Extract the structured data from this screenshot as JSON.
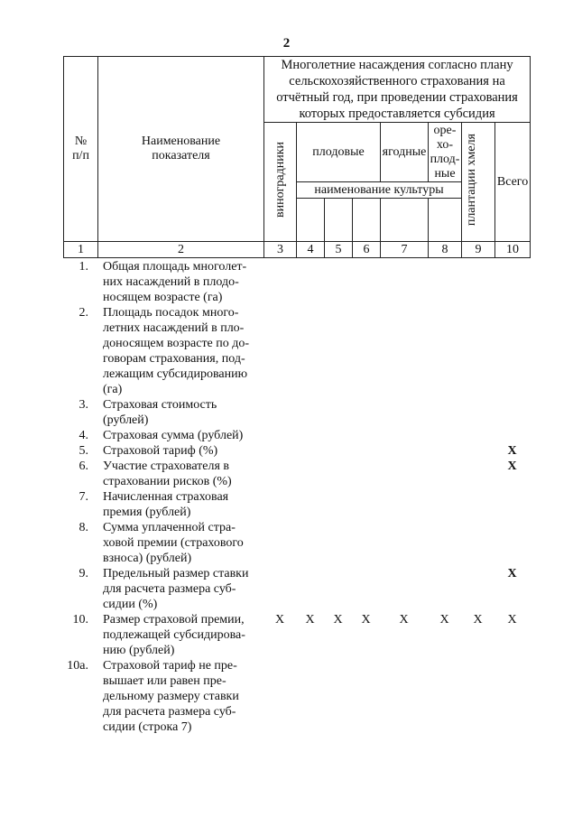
{
  "page_number": "2",
  "header": {
    "col_no": "№ п/п",
    "col_name": "Наименование показателя",
    "group_title": "Многолетние насаждения согласно плану сельскохозяйственного страхования на отчётный год, при проведении страхования которых предоставляется субсидия",
    "vineyards": "виноградники",
    "fruit": "плодовые",
    "berry": "ягодные",
    "nut": "оре-\nхо-\nплод-\nные",
    "hops": "плантации хмеля",
    "total": "Всего",
    "crop_name": "наименование культуры",
    "numbers": [
      "1",
      "2",
      "3",
      "4",
      "5",
      "6",
      "7",
      "8",
      "9",
      "10"
    ]
  },
  "rows": [
    {
      "num": "1.",
      "name": "Общая площадь многолет-\nних насаждений в плодо-\nносящем возрасте (га)",
      "marks": [
        "",
        "",
        "",
        "",
        "",
        "",
        "",
        ""
      ]
    },
    {
      "num": "2.",
      "name": "Площадь посадок много-\nлетних насаждений в пло-\nдоносящем возрасте по до-\nговорам страхования, под-\nлежащим субсидированию\n(га)",
      "marks": [
        "",
        "",
        "",
        "",
        "",
        "",
        "",
        ""
      ]
    },
    {
      "num": "3.",
      "name": "Страховая стоимость\n(рублей)",
      "marks": [
        "",
        "",
        "",
        "",
        "",
        "",
        "",
        ""
      ]
    },
    {
      "num": "4.",
      "name": "Страховая сумма (рублей)",
      "marks": [
        "",
        "",
        "",
        "",
        "",
        "",
        "",
        ""
      ]
    },
    {
      "num": "5.",
      "name": "Страховой тариф (%)",
      "marks": [
        "",
        "",
        "",
        "",
        "",
        "",
        "",
        "X"
      ],
      "bold": true
    },
    {
      "num": "6.",
      "name": "Участие страхователя в\nстраховании рисков (%)",
      "marks": [
        "",
        "",
        "",
        "",
        "",
        "",
        "",
        "X"
      ],
      "bold": true
    },
    {
      "num": "7.",
      "name": "Начисленная страховая\nпремия (рублей)",
      "marks": [
        "",
        "",
        "",
        "",
        "",
        "",
        "",
        ""
      ]
    },
    {
      "num": "8.",
      "name": "Сумма уплаченной стра-\nховой премии (страхового\nвзноса) (рублей)",
      "marks": [
        "",
        "",
        "",
        "",
        "",
        "",
        "",
        ""
      ]
    },
    {
      "num": "9.",
      "name": "Предельный размер ставки\nдля расчета размера суб-\nсидии (%)",
      "marks": [
        "",
        "",
        "",
        "",
        "",
        "",
        "",
        "X"
      ],
      "bold": true
    },
    {
      "num": "10.",
      "name": "Размер страховой премии,\nподлежащей субсидирова-\nнию (рублей)",
      "marks": [
        "X",
        "X",
        "X",
        "X",
        "X",
        "X",
        "X",
        "X"
      ]
    },
    {
      "num": "10а.",
      "name": "Страховой тариф не пре-\nвышает или равен пре-\nдельному размеру ставки\nдля расчета размера суб-\nсидии (строка 7)",
      "marks": [
        "",
        "",
        "",
        "",
        "",
        "",
        "",
        ""
      ]
    }
  ]
}
